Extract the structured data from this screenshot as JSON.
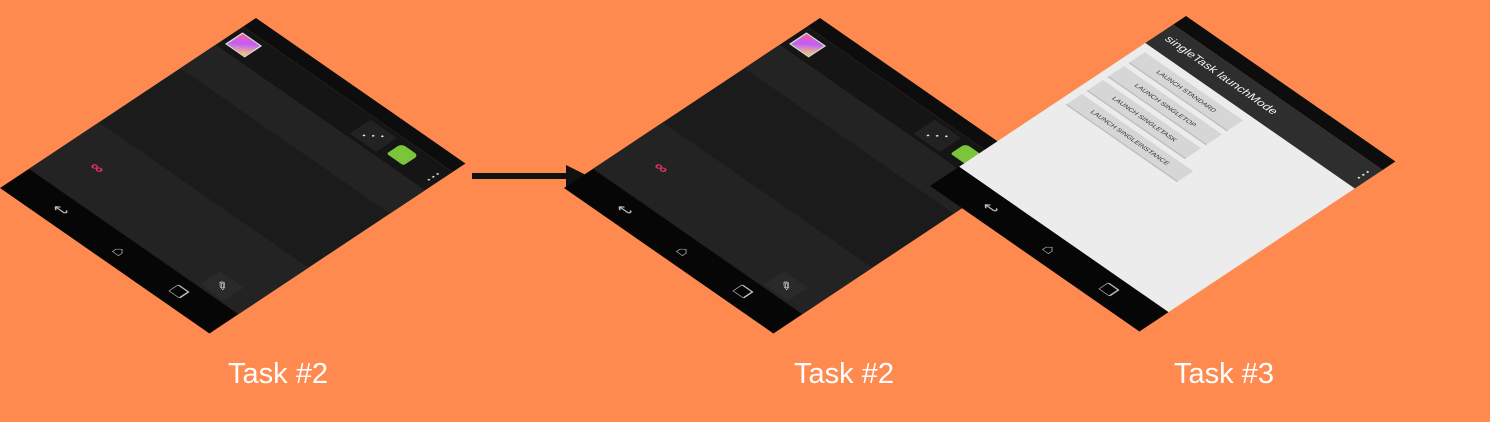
{
  "arrow": {
    "direction": "right"
  },
  "devices": [
    {
      "caption": "Task #2",
      "theme": "dark",
      "icons": [
        "gallery-app-icon",
        "share-icon",
        "android-icon",
        "overflow-menu-icon",
        "infinity-loop-icon",
        "pen-edit-icon",
        "back-icon",
        "home-icon",
        "recents-icon"
      ]
    },
    {
      "caption": "Task #2",
      "theme": "dark",
      "icons": [
        "gallery-app-icon",
        "share-icon",
        "android-icon",
        "overflow-menu-icon",
        "infinity-loop-icon",
        "pen-edit-icon",
        "back-icon",
        "home-icon",
        "recents-icon"
      ]
    },
    {
      "caption": "Task #3",
      "theme": "light",
      "app_title": "singleTask launchMode",
      "buttons": [
        "LAUNCH STANDARD",
        "LAUNCH SINGLETOP",
        "LAUNCH SINGLETASK",
        "LAUNCH SINGLEINSTANCE"
      ],
      "icons": [
        "overflow-menu-icon",
        "back-icon",
        "home-icon",
        "recents-icon"
      ]
    }
  ],
  "colors": {
    "background": "#ff8a50",
    "caption_text": "#ffffff",
    "arrow": "#111111",
    "accent_loop": "#e0335e",
    "android_green": "#7cc53a"
  }
}
